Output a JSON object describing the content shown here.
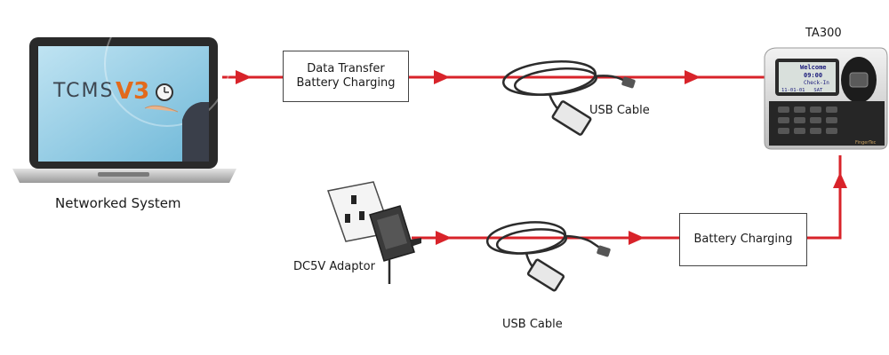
{
  "devices": {
    "computer": {
      "caption": "Networked System",
      "logo_text": "TCMS",
      "logo_version": "V3"
    },
    "terminal": {
      "model": "TA300",
      "screen_lines": [
        "Welcome",
        "09:00",
        "Check-In",
        "11-01-01   SAT"
      ],
      "brand": "FingerTec"
    },
    "adaptor": {
      "caption": "DC5V Adaptor"
    }
  },
  "boxes": {
    "data_transfer": {
      "line1": "Data Transfer",
      "line2": "Battery Charging"
    },
    "battery_charging": {
      "label": "Battery Charging"
    }
  },
  "cables": {
    "top": {
      "caption": "USB Cable"
    },
    "bottom": {
      "caption": "USB Cable"
    }
  },
  "colors": {
    "connector": "#d8232a",
    "box_border": "#444444",
    "screen": "#d9e0dc"
  }
}
